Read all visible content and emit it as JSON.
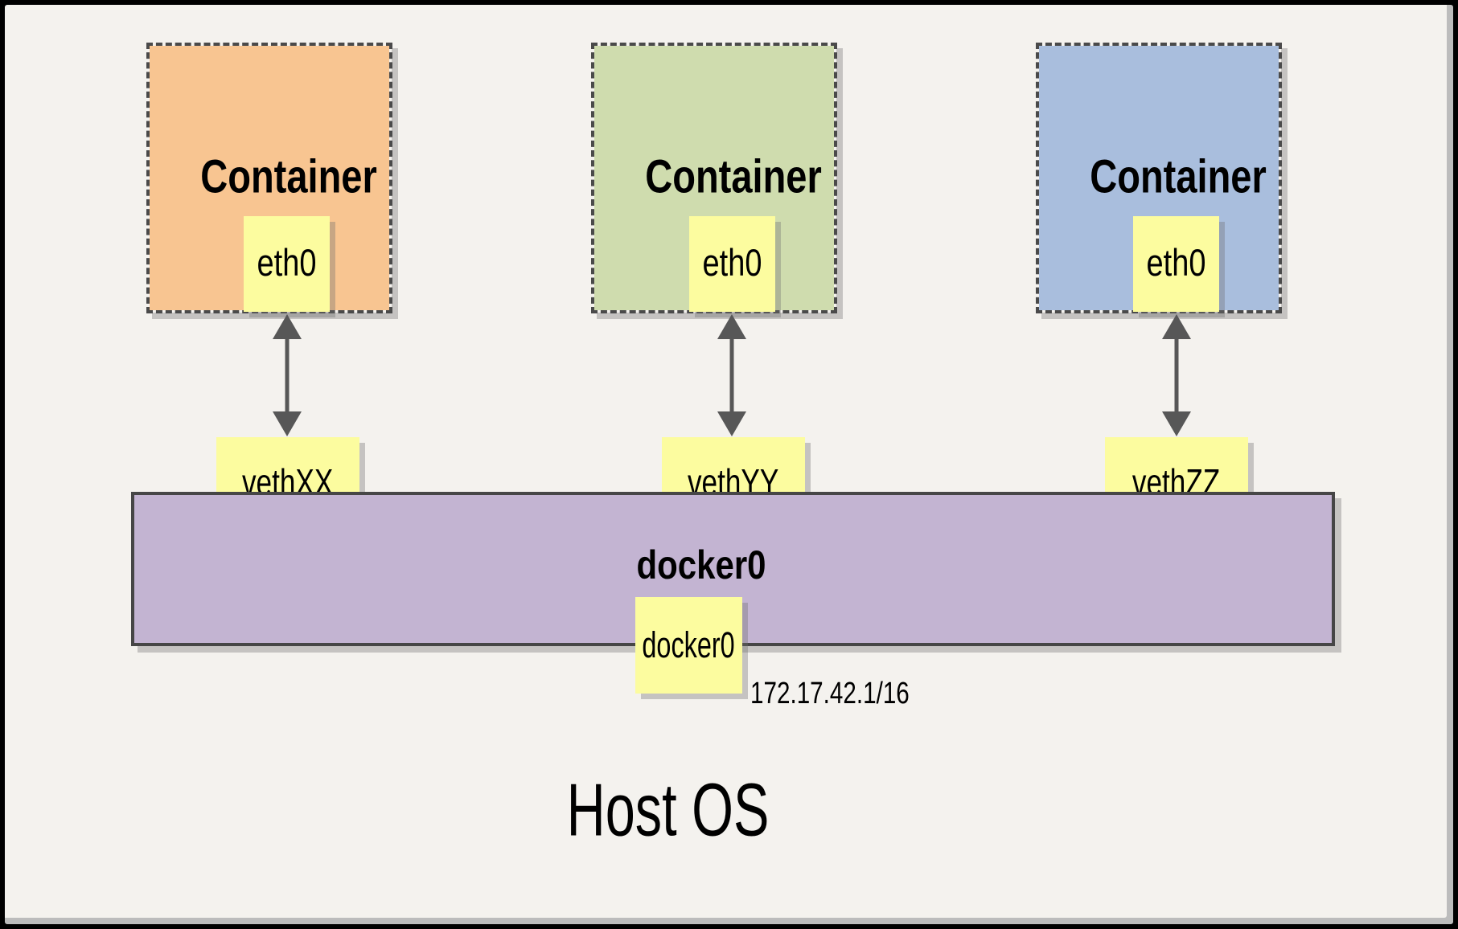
{
  "containers": [
    {
      "label": "Container",
      "interface": "eth0",
      "veth": "vethXX",
      "fill": "#F8C591"
    },
    {
      "label": "Container",
      "interface": "eth0",
      "veth": "vethYY",
      "fill": "#CFDCAE"
    },
    {
      "label": "Container",
      "interface": "eth0",
      "veth": "vethZZ",
      "fill": "#A9BEDD"
    }
  ],
  "bridge": {
    "name": "docker0",
    "interface_label": "docker0",
    "ip_cidr": "172.17.42.1/16",
    "fill": "#C3B4D2"
  },
  "host": {
    "label": "Host OS"
  },
  "colors": {
    "background": "#F4F2EE",
    "frame": "#000000",
    "frame_shadow": "#BCBCBC",
    "dashed_border": "#4A4A4A",
    "note_fill": "#FCFC9F",
    "arrow": "#575757"
  }
}
